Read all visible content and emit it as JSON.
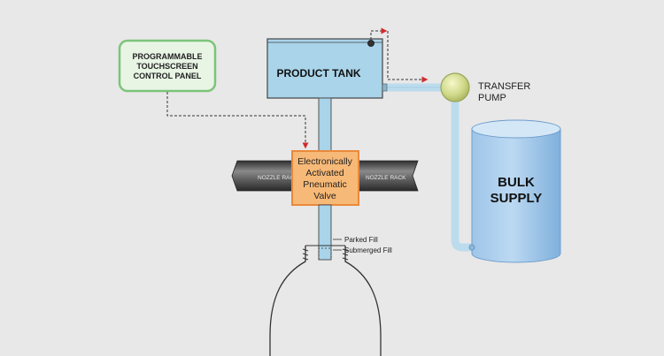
{
  "control_panel": {
    "line1": "PROGRAMMABLE",
    "line2": "TOUCHSCREEN",
    "line3": "CONTROL PANEL"
  },
  "product_tank": {
    "label": "PRODUCT TANK"
  },
  "transfer_pump": {
    "line1": "TRANSFER",
    "line2": "PUMP"
  },
  "bulk_supply": {
    "line1": "BULK",
    "line2": "SUPPLY"
  },
  "valve": {
    "line1": "Electronically",
    "line2": "Activated",
    "line3": "Pneumatic",
    "line4": "Valve"
  },
  "nozzle_rack": {
    "left_label": "NOZZLE RACK",
    "right_label": "NOZZLE RACK"
  },
  "fill_modes": {
    "parked": "Parked Fill",
    "submerged": "Submerged Fill"
  },
  "colors": {
    "background": "#e8e8e8",
    "liquid": "#a9d4ea",
    "panel_border": "#7dc47a",
    "valve_fill": "#f7b977",
    "valve_border": "#e9893a",
    "signal_arrow": "#d22a2a",
    "rack": "#4a4a4a"
  }
}
